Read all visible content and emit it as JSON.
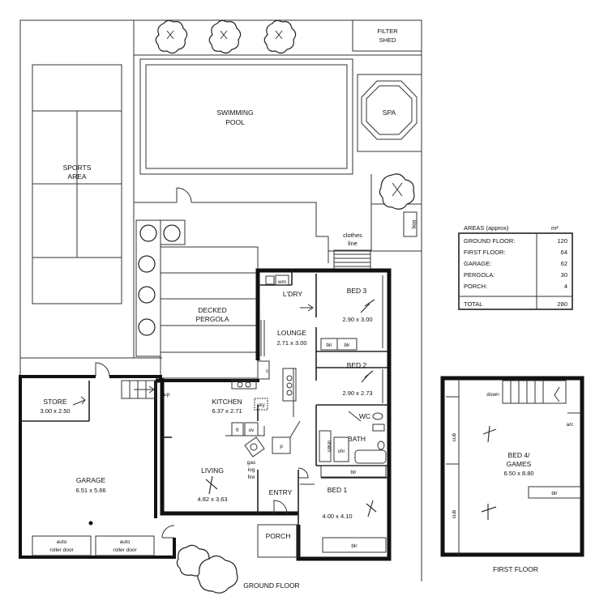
{
  "labels": {
    "filter_shed_1": "FILTER",
    "filter_shed_2": "SHED",
    "pool_1": "SWIMMING",
    "pool_2": "POOL",
    "spa": "SPA",
    "sports_1": "SPORTS",
    "sports_2": "AREA",
    "bbq": "bbq",
    "clothes_1": "clothes",
    "clothes_2": "line",
    "wm": "wm",
    "ldry": "L'DRY",
    "bed3": "BED 3",
    "bed3_dim": "2.90 x 3.00",
    "decked_1": "DECKED",
    "decked_2": "PERGOLA",
    "lounge": "LOUNGE",
    "lounge_dim": "2.71 x 3.00",
    "blr": "blr",
    "bed2": "BED 2",
    "bed2_dim": "2.90 x 2.73",
    "c": "c",
    "up": "up",
    "store": "STORE",
    "store_dim": "3.00 x 2.50",
    "kitchen": "KITCHEN",
    "kitchen_dim": "6.37 x 2.71",
    "sky": "sky",
    "wc": "WC",
    "fr": "fr",
    "ov": "ov",
    "p": "p",
    "linen": "linen",
    "bath": "BATH",
    "shr": "shr",
    "gas_1": "gas",
    "gas_2": "log",
    "gas_3": "fire",
    "garage": "GARAGE",
    "garage_dim": "6.51 x 5.66",
    "living": "LIVING",
    "living_dim": "4.82 x 3.63",
    "entry": "ENTRY",
    "bed1": "BED 1",
    "bed1_dim": "4.00 x 4.10",
    "porch": "PORCH",
    "auto_1": "auto",
    "auto_2": "roller door",
    "ground_floor": "GROUND FLOOR",
    "down": "down",
    "ac": "a/c",
    "cub": "cub",
    "bed4_1": "BED 4/",
    "bed4_2": "GAMES",
    "bed4_dim": "6.50 x 8.80",
    "first_floor": "FIRST FLOOR"
  },
  "areas": {
    "title": "AREAS (approx)",
    "unit": "m²",
    "rows": [
      {
        "label": "GROUND FLOOR:",
        "value": "120"
      },
      {
        "label": "FIRST FLOOR:",
        "value": "64"
      },
      {
        "label": "GARAGE:",
        "value": "62"
      },
      {
        "label": "PERGOLA:",
        "value": "30"
      },
      {
        "label": "PORCH:",
        "value": "4"
      }
    ],
    "total_label": "TOTAL",
    "total_value": "280"
  }
}
